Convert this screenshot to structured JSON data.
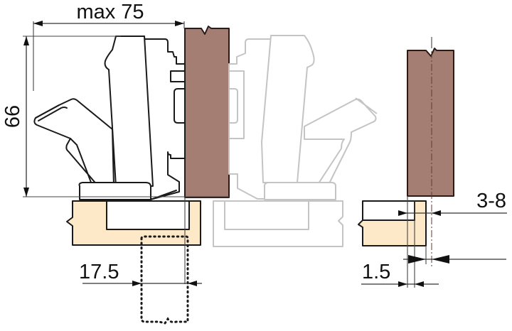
{
  "diagram": {
    "subject": "concealed cabinet hinge mounting dimensions",
    "colors": {
      "door": "#a47e73",
      "cabinet_side": "#fde8c8",
      "hinge_outline": "#1a1a1a",
      "hinge_ghost_outline": "#c4c4c4",
      "background": "#ffffff"
    },
    "dimensions": {
      "overall_width": "max 75",
      "height": "66",
      "boring_distance": "17.5",
      "overlay_range": "3-8",
      "gap": "1.5"
    },
    "views": [
      {
        "name": "closed-hinge-side-view",
        "label": ""
      },
      {
        "name": "open-hinge-ghost-view",
        "label": ""
      },
      {
        "name": "door-overlay-detail-view",
        "label": ""
      }
    ]
  }
}
